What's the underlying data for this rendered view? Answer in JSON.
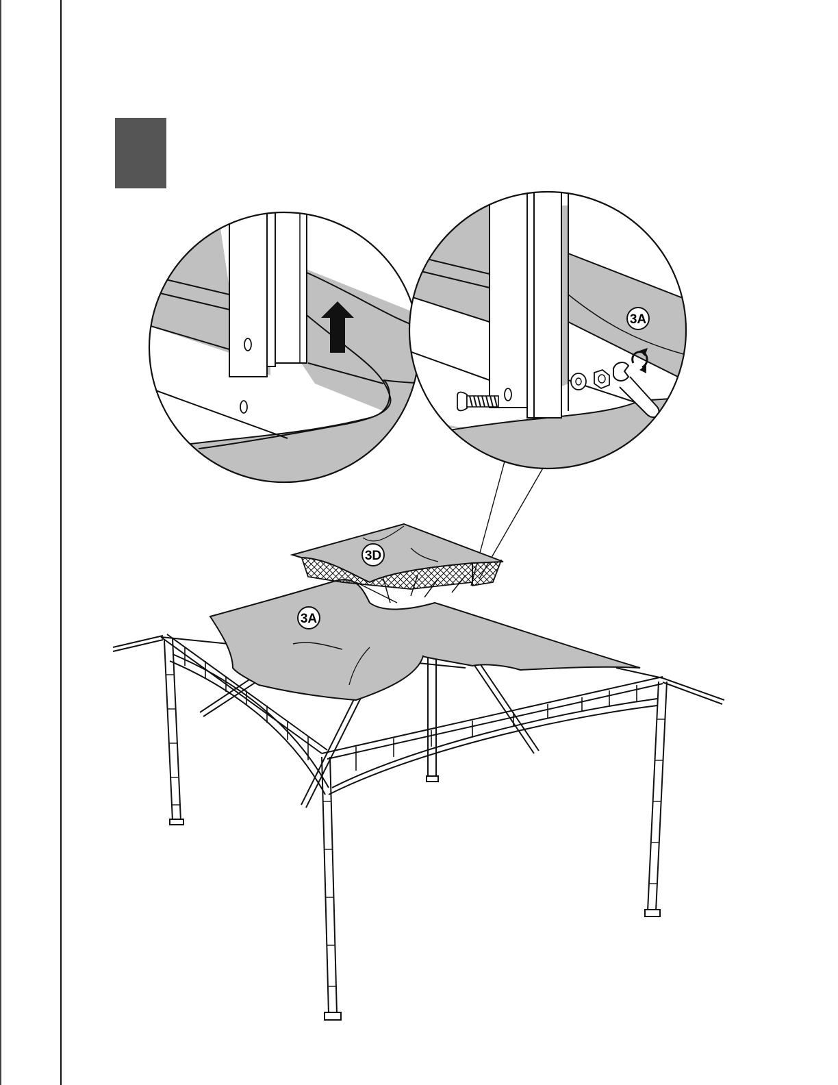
{
  "colors": {
    "step_block": "#555555",
    "canopy_fill": "#c0c0c0",
    "line": "#111111",
    "background": "#ffffff"
  },
  "parts": {
    "main_canopy_label": "3A",
    "top_canopy_label": "3D",
    "detail_canopy_label": "3A"
  },
  "icons": {
    "lift_arrow": "up-arrow-icon",
    "tighten": "rotate-clockwise-icon",
    "fastener": "bolt-icon",
    "tool": "wrench-icon"
  }
}
